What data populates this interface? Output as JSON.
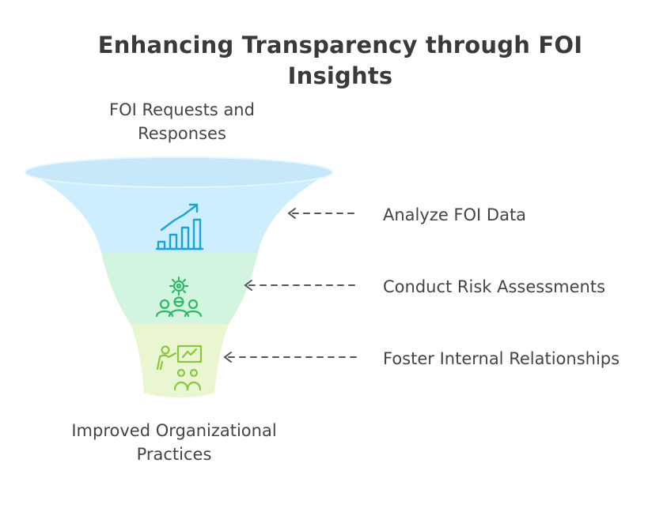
{
  "title": "Enhancing Transparency through FOI Insights",
  "top_caption": "FOI Requests and Responses",
  "bottom_caption": "Improved Organizational Practices",
  "colors": {
    "stage1_fill": "#cdeefc",
    "stage1_icon": "#1aa3d9",
    "stage2_fill": "#d3f5e0",
    "stage2_icon": "#2cb868",
    "stage3_fill": "#eaf5d2",
    "stage3_icon": "#8cc63f",
    "arrow": "#555555"
  },
  "stages": [
    {
      "label": "Analyze FOI Data",
      "icon": "bar-chart-growth-icon"
    },
    {
      "label": "Conduct Risk Assessments",
      "icon": "gear-team-icon"
    },
    {
      "label": "Foster Internal Relationships",
      "icon": "presentation-team-icon"
    }
  ]
}
